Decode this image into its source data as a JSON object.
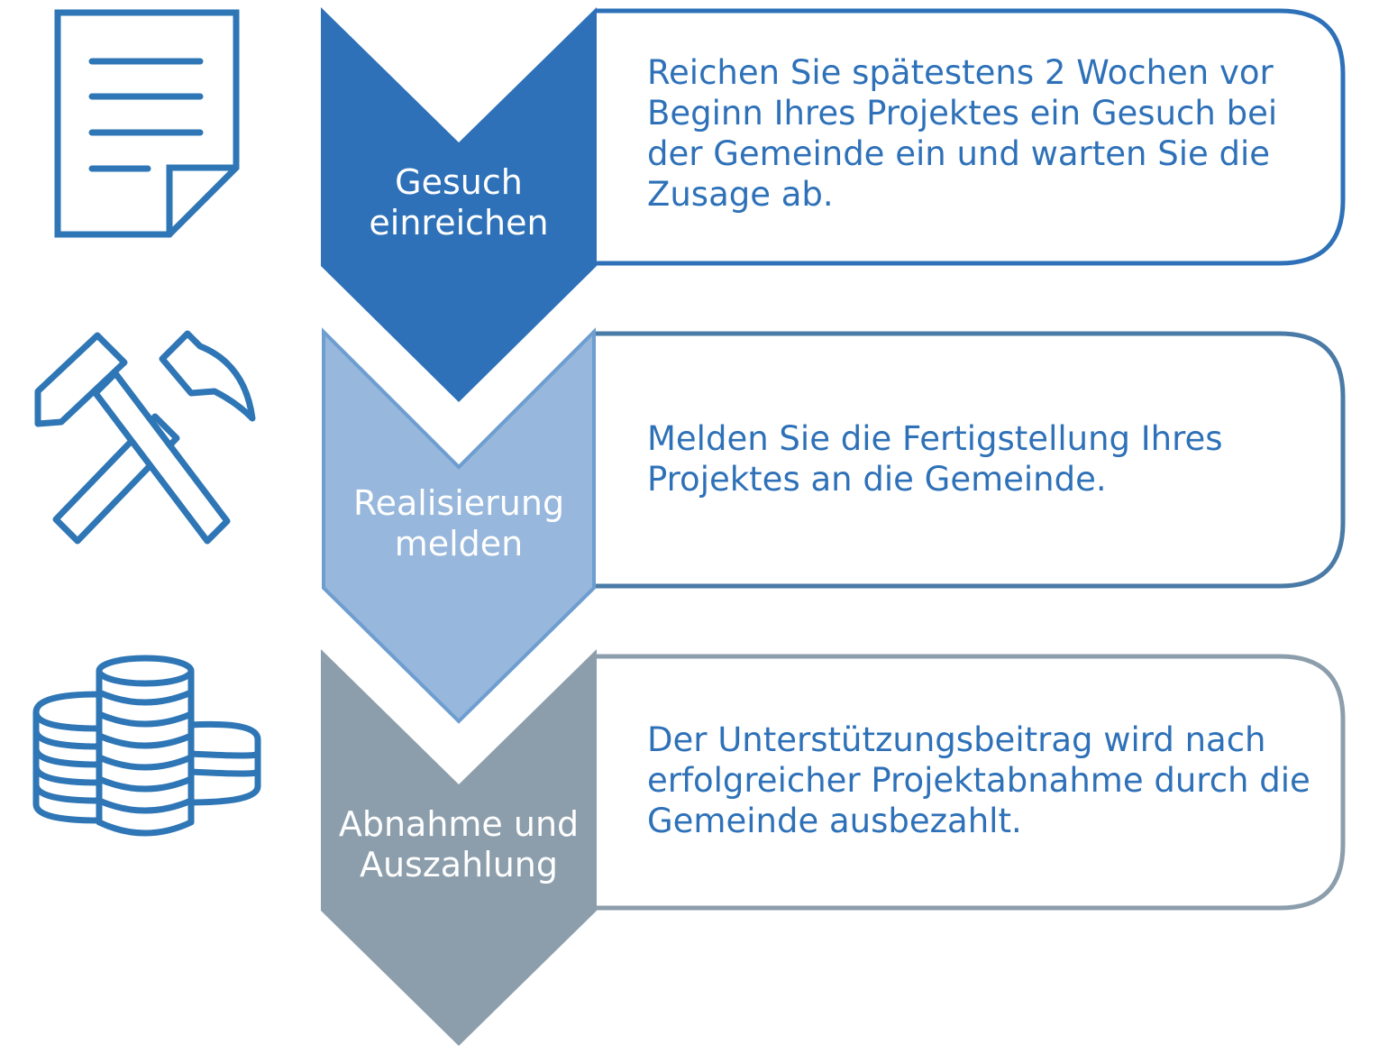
{
  "steps": [
    {
      "title_line1": "Gesuch",
      "title_line2": "einreichen",
      "description": "Reichen Sie spätestens 2 Wochen vor Beginn Ihres Projektes ein Gesuch bei der Gemeinde ein und warten Sie die Zusage ab.",
      "icon": "document-icon",
      "chevron_color": "#2e71b8",
      "border_color": "#2e71b8"
    },
    {
      "title_line1": "Realisierung",
      "title_line2": "melden",
      "description": "Melden Sie die Fertigstellung Ihres Projektes an die Gemeinde.",
      "icon": "hammers-icon",
      "chevron_color": "#97b7dc",
      "border_color": "#4a7aa6"
    },
    {
      "title_line1": "Abnahme und",
      "title_line2": "Auszahlung",
      "description": "Der Unterstützungsbeitrag wird nach erfolgreicher Projektabnahme durch die Gemeinde ausbezahlt.",
      "icon": "coins-icon",
      "chevron_color": "#8c9eac",
      "border_color": "#8c9eac"
    }
  ],
  "colors": {
    "text_blue": "#2e71b8",
    "icon_blue": "#2e76b5",
    "white": "#ffffff"
  }
}
